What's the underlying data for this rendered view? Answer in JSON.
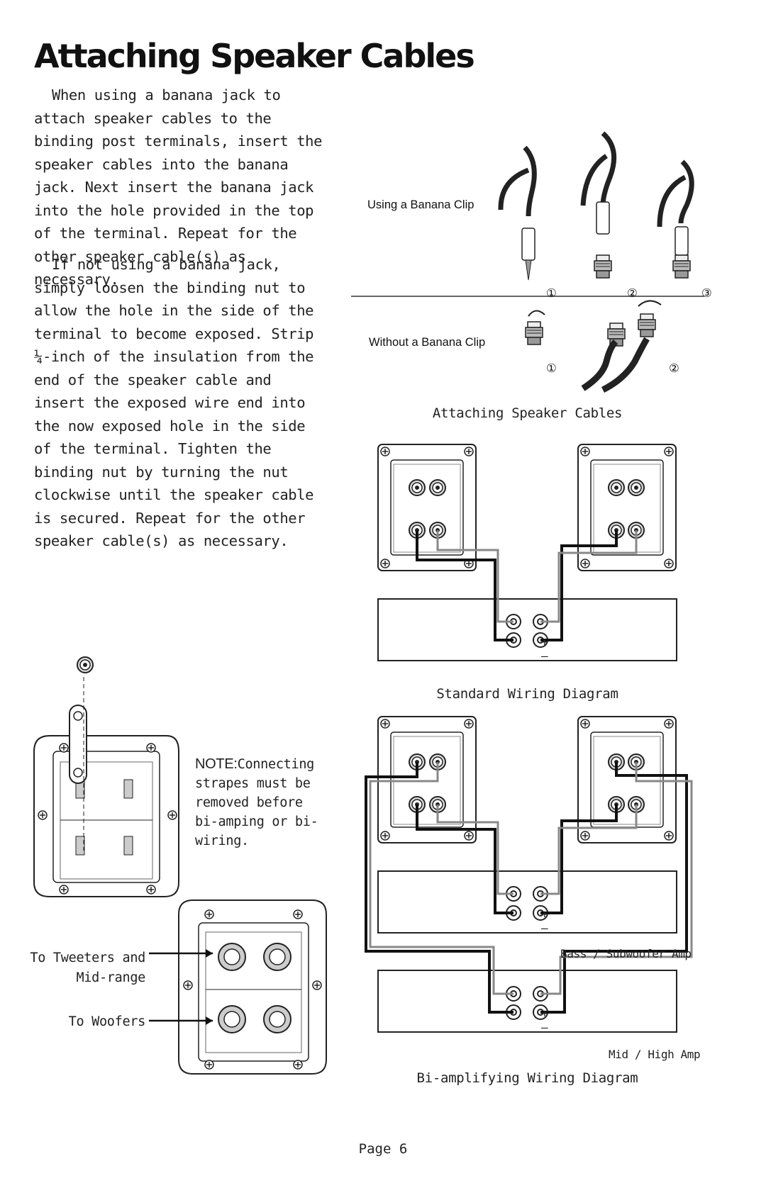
{
  "page": {
    "title": "Attaching Speaker Cables",
    "paragraph1": "When using a banana jack to attach speaker cables to the binding post terminals, insert the speaker cables into the banana jack. Next insert the banana jack into the hole provided in the top of the terminal. Repeat for the other speaker cable(s) as necessary.",
    "paragraph2": "If not using a banana jack, simply loosen the binding nut to allow the hole in the side of the terminal to become exposed. Strip ¼-inch of the insulation from the end of the speaker cable and insert the exposed wire end into the now exposed hole in the side of the terminal. Tighten the binding nut by turning the nut clockwise until the speaker cable is secured. Repeat for the other speaker cable(s) as necessary.",
    "page_number": "Page 6"
  },
  "figure_top": {
    "label_with_clip": "Using a Banana Clip",
    "label_without_clip": "Without a Banana Clip",
    "steps_with_clip": [
      "①",
      "②",
      "③"
    ],
    "steps_without_clip": [
      "①",
      "②"
    ],
    "caption": "Attaching Speaker Cables"
  },
  "standard_diagram": {
    "caption": "Standard Wiring Diagram",
    "plus": "+",
    "minus": "–"
  },
  "biamp_diagram": {
    "caption": "Bi-amplifying Wiring Diagram",
    "amp1_label": "Bass / Subwoofer Amp",
    "amp2_label": "Mid / High Amp",
    "plus": "+",
    "minus": "–"
  },
  "note": {
    "prefix": "NOTE:",
    "text": "Connecting strapes must be removed before bi-amping or bi-wiring."
  },
  "terminal_labels": {
    "tweeters": "To Tweeters and Mid-range",
    "woofers": "To Woofers"
  }
}
